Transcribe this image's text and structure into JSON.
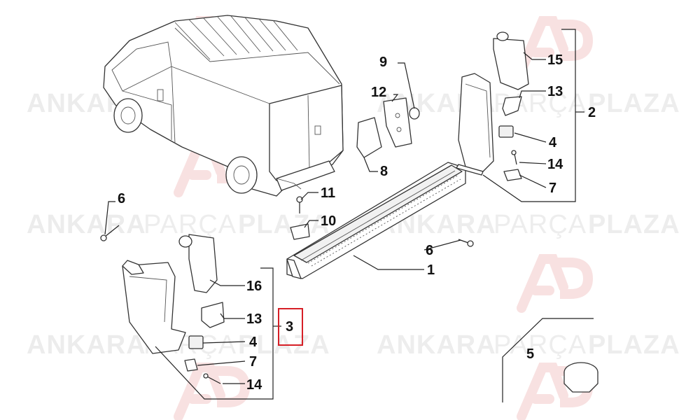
{
  "watermark": {
    "brand_left": "ANKARA",
    "brand_mid": "PARÇA",
    "brand_right": "PLAZA",
    "logo_color": "#f2c8c8"
  },
  "labels": {
    "n1": "1",
    "n2": "2",
    "n3": "3",
    "n4a": "4",
    "n4b": "4",
    "n5": "5",
    "n6a": "6",
    "n6b": "6",
    "n7a": "7",
    "n7b": "7",
    "n8": "8",
    "n9": "9",
    "n10": "10",
    "n11": "11",
    "n12": "12",
    "n13a": "13",
    "n13b": "13",
    "n14a": "14",
    "n14b": "14",
    "n15": "15",
    "n16": "16"
  },
  "highlight": {
    "target": "3",
    "color": "#d61f26"
  }
}
